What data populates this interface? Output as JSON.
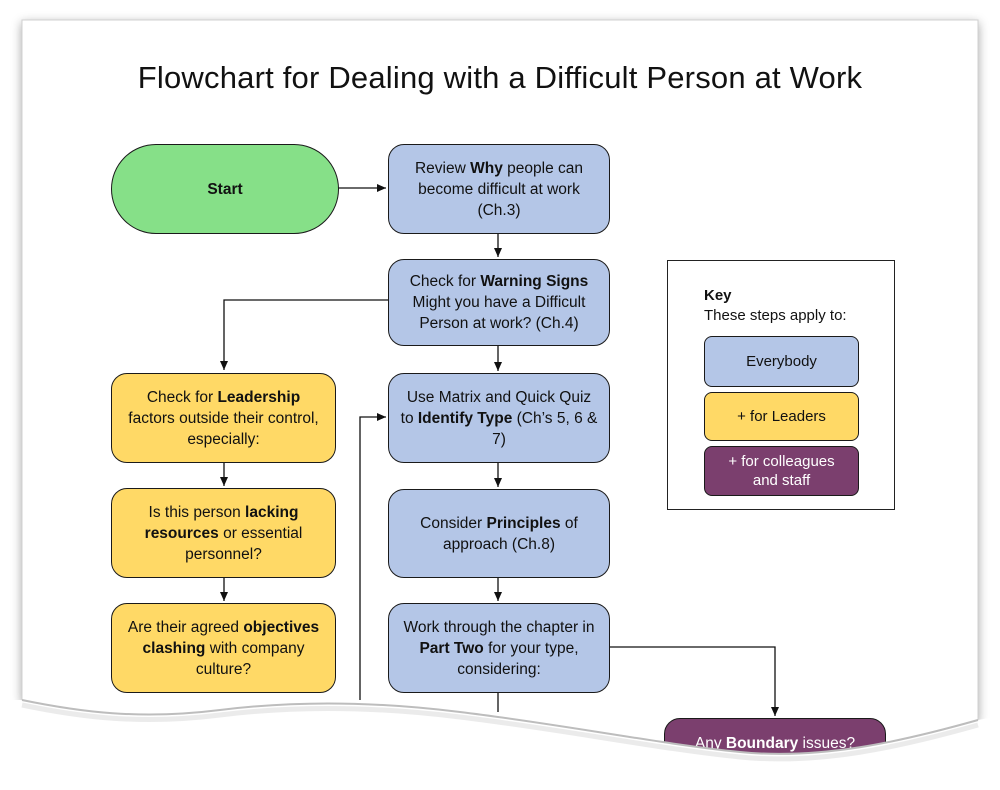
{
  "title": "Flowchart for Dealing with a Difficult Person at Work",
  "colors": {
    "everybody": "#b4c6e7",
    "leaders": "#ffd966",
    "colleagues": "#7b3f6e",
    "start": "#86e088"
  },
  "nodes": {
    "start": "Start",
    "why": {
      "pre": "Review ",
      "bold": "Why",
      "post": " people can become difficult at work (Ch.3)"
    },
    "warning": {
      "pre": "Check for ",
      "bold": "Warning Signs",
      "post": " Might you have a Difficult Person at work? (Ch.4)"
    },
    "identify": {
      "pre": "Use Matrix and Quick Quiz to ",
      "bold": "Identify Type",
      "post": " (Ch’s 5, 6 & 7)"
    },
    "principles": {
      "pre": "Consider ",
      "bold": "Principles",
      "post": " of approach (Ch.8)"
    },
    "part_two": {
      "pre": "Work through the chapter in ",
      "bold": "Part Two",
      "post": " for your type, considering:"
    },
    "leadership": {
      "pre": "Check for ",
      "bold": "Leadership",
      "post": " factors outside their control, especially:"
    },
    "resources": {
      "pre": "Is this person ",
      "bold": "lacking resources",
      "post": " or essential personnel?"
    },
    "objectives": {
      "pre": "Are their agreed ",
      "bold": "objectives clashing",
      "post": " with company culture?"
    },
    "boundary": {
      "pre": "Any ",
      "bold": "Boundary",
      "post": " issues?"
    }
  },
  "key": {
    "title": "Key",
    "subtitle": "These steps apply to:",
    "everybody": "Everybody",
    "leaders": "+ for Leaders",
    "colleagues": "+ for colleagues and staff"
  }
}
